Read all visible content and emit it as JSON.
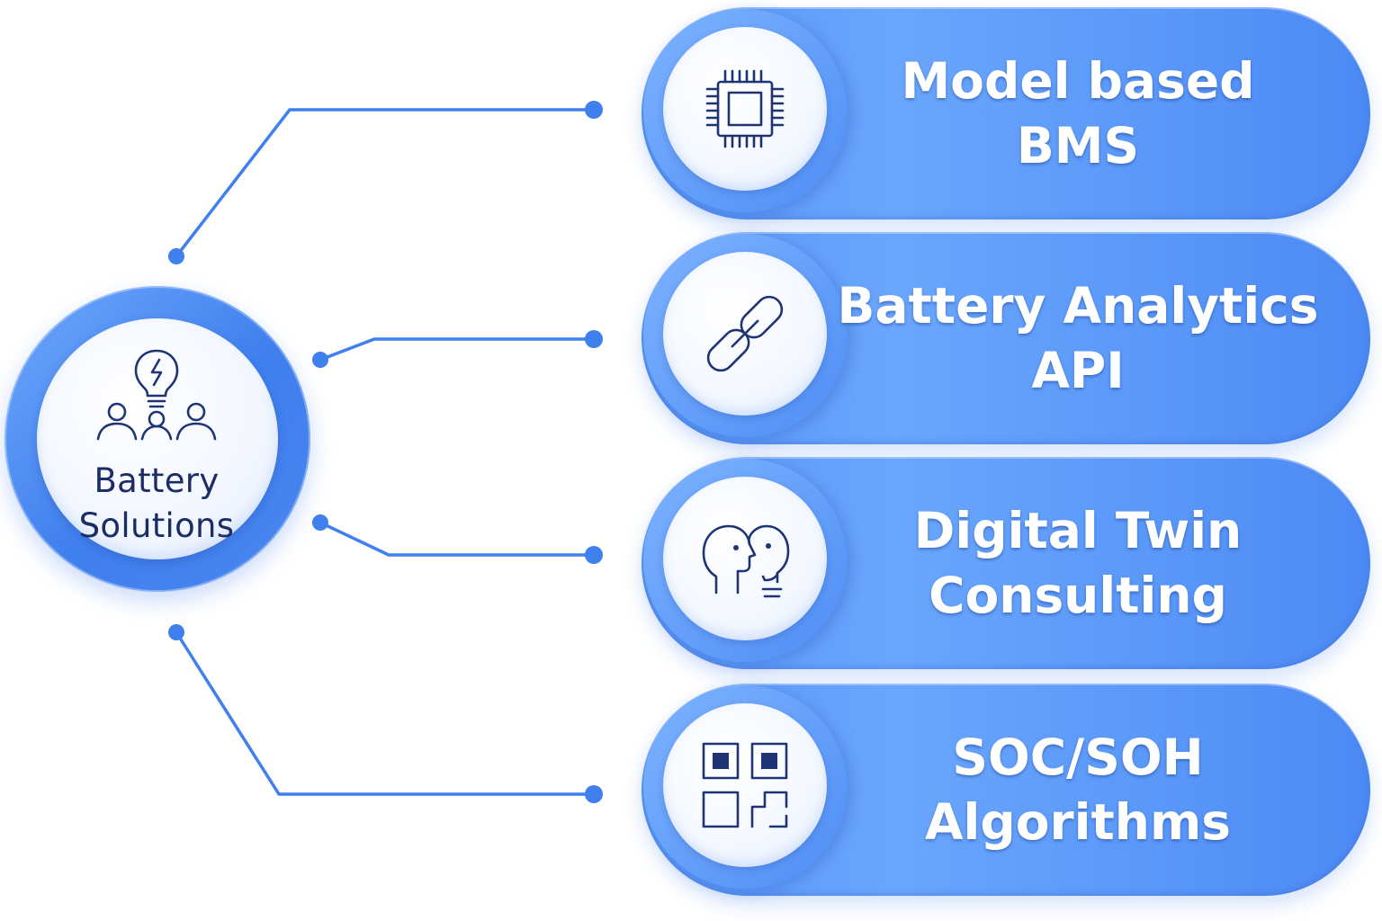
{
  "colors": {
    "accent": "#4a86f0",
    "accent_light": "#6aa6fd",
    "connector": "#3f7fee",
    "icon_stroke": "#1e3475",
    "hub_text": "#1c2d66",
    "pill_text": "#ffffff"
  },
  "hub": {
    "icon": "lightbulb-team-icon",
    "label_lines": [
      "Battery",
      "Solutions"
    ]
  },
  "items": [
    {
      "icon": "chip-icon",
      "label_lines": [
        "Model based",
        "BMS"
      ]
    },
    {
      "icon": "link-icon",
      "label_lines": [
        "Battery Analytics",
        "API"
      ]
    },
    {
      "icon": "two-heads-icon",
      "label_lines": [
        "Digital Twin",
        "Consulting"
      ]
    },
    {
      "icon": "qr-code-icon",
      "label_lines": [
        "SOC/SOH",
        "Algorithms"
      ]
    }
  ]
}
